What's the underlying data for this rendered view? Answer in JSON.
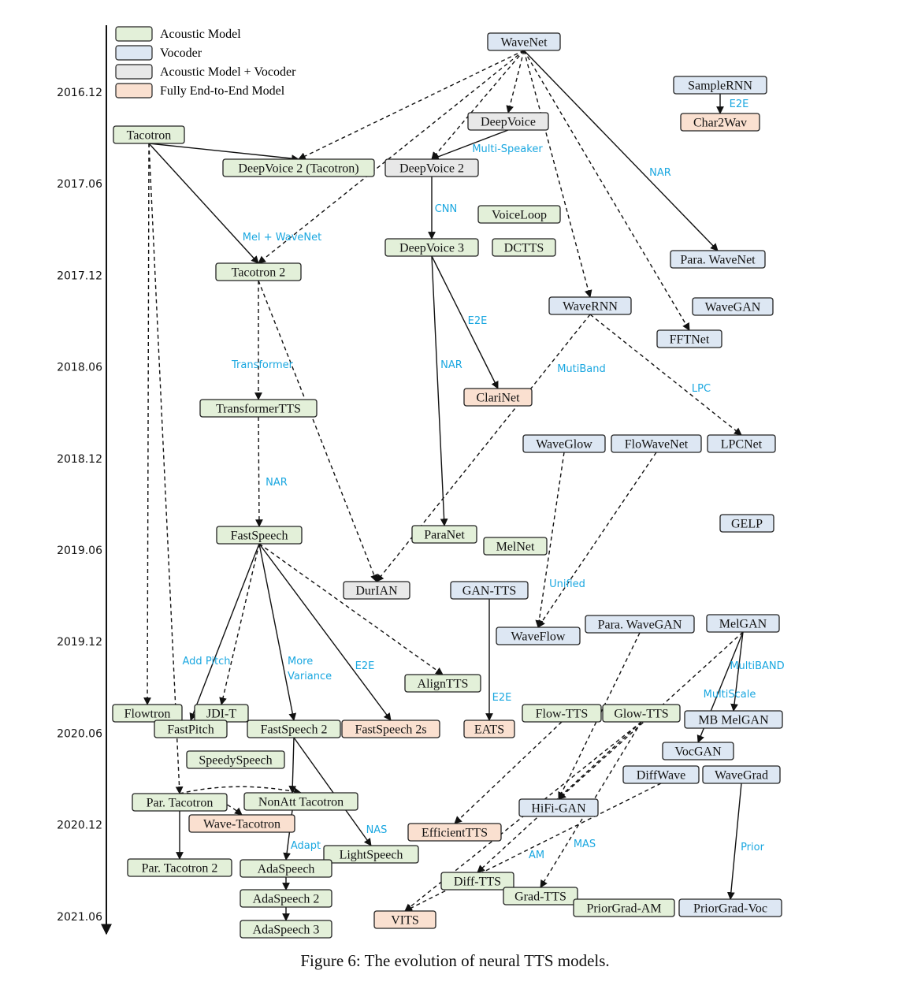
{
  "caption": "Figure 6: The evolution of neural TTS models.",
  "colors": {
    "acoustic": "#e3f0d9",
    "vocoder": "#dde7f3",
    "acoustic_vocoder": "#e8e8e8",
    "e2e": "#fae0d0",
    "edge_label": "#1aa7e0"
  },
  "timeline": {
    "ticks": [
      "2016.12",
      "2017.06",
      "2017.12",
      "2018.06",
      "2018.12",
      "2019.06",
      "2019.12",
      "2020.06",
      "2020.12",
      "2021.06"
    ]
  },
  "legend": [
    {
      "label": "Acoustic Model",
      "kind": "acoustic"
    },
    {
      "label": "Vocoder",
      "kind": "vocoder"
    },
    {
      "label": "Acoustic Model + Vocoder",
      "kind": "acoustic_vocoder"
    },
    {
      "label": "Fully End-to-End Model",
      "kind": "e2e"
    }
  ],
  "nodes": [
    {
      "id": "wavenet",
      "label": "WaveNet",
      "kind": "vocoder"
    },
    {
      "id": "samplernn",
      "label": "SampleRNN",
      "kind": "vocoder"
    },
    {
      "id": "char2wav",
      "label": "Char2Wav",
      "kind": "e2e"
    },
    {
      "id": "deepvoice",
      "label": "DeepVoice",
      "kind": "acoustic_vocoder"
    },
    {
      "id": "tacotron",
      "label": "Tacotron",
      "kind": "acoustic"
    },
    {
      "id": "dv2tac",
      "label": "DeepVoice 2 (Tacotron)",
      "kind": "acoustic"
    },
    {
      "id": "deepvoice2",
      "label": "DeepVoice 2",
      "kind": "acoustic_vocoder"
    },
    {
      "id": "voiceloop",
      "label": "VoiceLoop",
      "kind": "acoustic"
    },
    {
      "id": "deepvoice3",
      "label": "DeepVoice 3",
      "kind": "acoustic"
    },
    {
      "id": "dctts",
      "label": "DCTTS",
      "kind": "acoustic"
    },
    {
      "id": "tacotron2",
      "label": "Tacotron 2",
      "kind": "acoustic"
    },
    {
      "id": "parawavenet",
      "label": "Para. WaveNet",
      "kind": "vocoder"
    },
    {
      "id": "wavernn",
      "label": "WaveRNN",
      "kind": "vocoder"
    },
    {
      "id": "wavegan",
      "label": "WaveGAN",
      "kind": "vocoder"
    },
    {
      "id": "fftnet",
      "label": "FFTNet",
      "kind": "vocoder"
    },
    {
      "id": "clarinet",
      "label": "ClariNet",
      "kind": "e2e"
    },
    {
      "id": "transformertts",
      "label": "TransformerTTS",
      "kind": "acoustic"
    },
    {
      "id": "waveglow",
      "label": "WaveGlow",
      "kind": "vocoder"
    },
    {
      "id": "flowavenet",
      "label": "FloWaveNet",
      "kind": "vocoder"
    },
    {
      "id": "lpcnet",
      "label": "LPCNet",
      "kind": "vocoder"
    },
    {
      "id": "gelp",
      "label": "GELP",
      "kind": "vocoder"
    },
    {
      "id": "fastspeech",
      "label": "FastSpeech",
      "kind": "acoustic"
    },
    {
      "id": "paranet",
      "label": "ParaNet",
      "kind": "acoustic"
    },
    {
      "id": "melnet",
      "label": "MelNet",
      "kind": "acoustic"
    },
    {
      "id": "durian",
      "label": "DurIAN",
      "kind": "acoustic_vocoder"
    },
    {
      "id": "gantts",
      "label": "GAN-TTS",
      "kind": "vocoder"
    },
    {
      "id": "waveflow",
      "label": "WaveFlow",
      "kind": "vocoder"
    },
    {
      "id": "parawavegan",
      "label": "Para. WaveGAN",
      "kind": "vocoder"
    },
    {
      "id": "melgan",
      "label": "MelGAN",
      "kind": "vocoder"
    },
    {
      "id": "aligntts",
      "label": "AlignTTS",
      "kind": "acoustic"
    },
    {
      "id": "flowtron",
      "label": "Flowtron",
      "kind": "acoustic"
    },
    {
      "id": "jdit",
      "label": "JDI-T",
      "kind": "acoustic"
    },
    {
      "id": "fastpitch",
      "label": "FastPitch",
      "kind": "acoustic"
    },
    {
      "id": "fastspeech2",
      "label": "FastSpeech 2",
      "kind": "acoustic"
    },
    {
      "id": "fastspeech2s",
      "label": "FastSpeech 2s",
      "kind": "e2e"
    },
    {
      "id": "eats",
      "label": "EATS",
      "kind": "e2e"
    },
    {
      "id": "flowtts",
      "label": "Flow-TTS",
      "kind": "acoustic"
    },
    {
      "id": "glowtts",
      "label": "Glow-TTS",
      "kind": "acoustic"
    },
    {
      "id": "mbmelgan",
      "label": "MB MelGAN",
      "kind": "vocoder"
    },
    {
      "id": "speedyspeech",
      "label": "SpeedySpeech",
      "kind": "acoustic"
    },
    {
      "id": "vocgan",
      "label": "VocGAN",
      "kind": "vocoder"
    },
    {
      "id": "diffwave",
      "label": "DiffWave",
      "kind": "vocoder"
    },
    {
      "id": "wavegrad",
      "label": "WaveGrad",
      "kind": "vocoder"
    },
    {
      "id": "partacotron",
      "label": "Par. Tacotron",
      "kind": "acoustic"
    },
    {
      "id": "nonatt",
      "label": "NonAtt Tacotron",
      "kind": "acoustic"
    },
    {
      "id": "wavetacotron",
      "label": "Wave-Tacotron",
      "kind": "e2e"
    },
    {
      "id": "hifigan",
      "label": "HiFi-GAN",
      "kind": "vocoder"
    },
    {
      "id": "efficienttts",
      "label": "EfficientTTS",
      "kind": "e2e"
    },
    {
      "id": "lightspeech",
      "label": "LightSpeech",
      "kind": "acoustic"
    },
    {
      "id": "partacotron2",
      "label": "Par. Tacotron 2",
      "kind": "acoustic"
    },
    {
      "id": "adaspeech",
      "label": "AdaSpeech",
      "kind": "acoustic"
    },
    {
      "id": "difftts",
      "label": "Diff-TTS",
      "kind": "acoustic"
    },
    {
      "id": "gradtts",
      "label": "Grad-TTS",
      "kind": "acoustic"
    },
    {
      "id": "priorgradam",
      "label": "PriorGrad-AM",
      "kind": "acoustic"
    },
    {
      "id": "priorgradvoc",
      "label": "PriorGrad-Voc",
      "kind": "vocoder"
    },
    {
      "id": "adaspeech2",
      "label": "AdaSpeech 2",
      "kind": "acoustic"
    },
    {
      "id": "vits",
      "label": "VITS",
      "kind": "e2e"
    },
    {
      "id": "adaspeech3",
      "label": "AdaSpeech 3",
      "kind": "acoustic"
    }
  ],
  "edges": [
    {
      "from": "wavenet",
      "to": "dv2tac",
      "style": "dashed"
    },
    {
      "from": "wavenet",
      "to": "deepvoice",
      "style": "dashed"
    },
    {
      "from": "wavenet",
      "to": "deepvoice2",
      "style": "dashed"
    },
    {
      "from": "wavenet",
      "to": "tacotron2",
      "style": "dashed"
    },
    {
      "from": "wavenet",
      "to": "parawavenet",
      "style": "solid",
      "label": "NAR"
    },
    {
      "from": "wavenet",
      "to": "wavernn",
      "style": "dashed"
    },
    {
      "from": "wavenet",
      "to": "fftnet",
      "style": "dashed"
    },
    {
      "from": "samplernn",
      "to": "char2wav",
      "style": "solid",
      "label": "E2E"
    },
    {
      "from": "deepvoice",
      "to": "deepvoice2",
      "style": "solid",
      "label": "Multi-Speaker"
    },
    {
      "from": "tacotron",
      "to": "dv2tac",
      "style": "solid"
    },
    {
      "from": "tacotron",
      "to": "tacotron2",
      "style": "solid",
      "label": "Mel + WaveNet"
    },
    {
      "from": "tacotron",
      "to": "flowtron",
      "style": "dashed"
    },
    {
      "from": "tacotron",
      "to": "partacotron",
      "style": "dashed"
    },
    {
      "from": "deepvoice2",
      "to": "deepvoice3",
      "style": "solid",
      "label": "CNN"
    },
    {
      "from": "deepvoice3",
      "to": "clarinet",
      "style": "solid",
      "label": "E2E"
    },
    {
      "from": "deepvoice3",
      "to": "paranet",
      "style": "solid",
      "label": "NAR"
    },
    {
      "from": "tacotron2",
      "to": "transformertts",
      "style": "dashed",
      "label": "Transformer"
    },
    {
      "from": "tacotron2",
      "to": "durian",
      "style": "dashed"
    },
    {
      "from": "transformertts",
      "to": "fastspeech",
      "style": "dashed",
      "label": "NAR"
    },
    {
      "from": "wavernn",
      "to": "durian",
      "style": "dashed",
      "label": "MutiBand"
    },
    {
      "from": "wavernn",
      "to": "lpcnet",
      "style": "dashed",
      "label": "LPC"
    },
    {
      "from": "waveglow",
      "to": "waveflow",
      "style": "dashed"
    },
    {
      "from": "flowavenet",
      "to": "waveflow",
      "style": "dashed",
      "label": "Unified"
    },
    {
      "from": "fastspeech",
      "to": "fastpitch",
      "style": "solid",
      "label": "Add Pitch"
    },
    {
      "from": "fastspeech",
      "to": "jdit",
      "style": "dashed"
    },
    {
      "from": "fastspeech",
      "to": "fastspeech2",
      "style": "solid",
      "label": "More Variance"
    },
    {
      "from": "fastspeech",
      "to": "fastspeech2s",
      "style": "solid",
      "label": "E2E"
    },
    {
      "from": "fastspeech",
      "to": "aligntts",
      "style": "dashed"
    },
    {
      "from": "gantts",
      "to": "eats",
      "style": "solid",
      "label": "E2E"
    },
    {
      "from": "melgan",
      "to": "mbmelgan",
      "style": "solid",
      "label": "MultiBAND"
    },
    {
      "from": "melgan",
      "to": "vocgan",
      "style": "solid",
      "label": "MultiScale"
    },
    {
      "from": "melgan",
      "to": "hifigan",
      "style": "dashed"
    },
    {
      "from": "parawavegan",
      "to": "hifigan",
      "style": "dashed"
    },
    {
      "from": "flowtts",
      "to": "efficienttts",
      "style": "dashed"
    },
    {
      "from": "glowtts",
      "to": "difftts",
      "style": "dashed",
      "label": "AM"
    },
    {
      "from": "glowtts",
      "to": "gradtts",
      "style": "dashed",
      "label": "MAS"
    },
    {
      "from": "glowtts",
      "to": "vits",
      "style": "dashed"
    },
    {
      "from": "diffwave",
      "to": "vits",
      "style": "dashed"
    },
    {
      "from": "wavegrad",
      "to": "priorgradvoc",
      "style": "solid",
      "label": "Prior"
    },
    {
      "from": "fastspeech2",
      "to": "nonatt",
      "style": "solid"
    },
    {
      "from": "fastspeech2",
      "to": "lightspeech",
      "style": "solid",
      "label": "NAS"
    },
    {
      "from": "nonatt",
      "to": "adaspeech",
      "style": "solid",
      "label": "Adapt"
    },
    {
      "from": "partacotron",
      "to": "partacotron2",
      "style": "solid"
    },
    {
      "from": "partacotron",
      "to": "nonatt",
      "style": "dashed"
    },
    {
      "from": "partacotron",
      "to": "wavetacotron",
      "style": "dashed"
    },
    {
      "from": "adaspeech",
      "to": "adaspeech2",
      "style": "solid"
    },
    {
      "from": "adaspeech2",
      "to": "adaspeech3",
      "style": "solid"
    }
  ]
}
